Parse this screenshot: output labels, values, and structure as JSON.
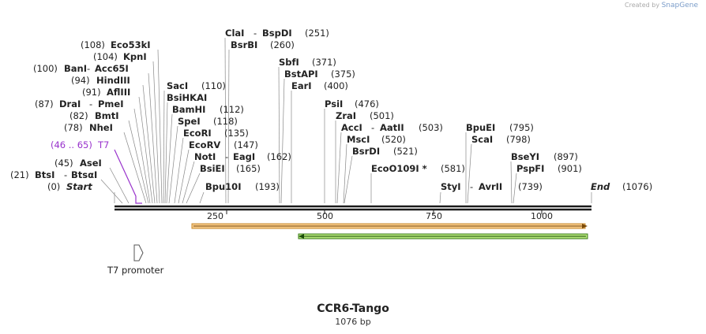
{
  "credit": {
    "prefix": "Created by",
    "brand": "SnapGene"
  },
  "title": "CCR6-Tango",
  "length_label": "1076 bp",
  "sequence": {
    "start_label": "Start",
    "start_pos": "(0)",
    "end_label": "End",
    "end_pos": "(1076)",
    "length": 1076
  },
  "ruler_ticks": [
    "250",
    "500",
    "750",
    "1000"
  ],
  "promoter": {
    "name": "T7",
    "range": "(46 .. 65)",
    "color": "#9933cc"
  },
  "features": [
    {
      "label": "T7 promoter"
    }
  ],
  "sites_left": [
    {
      "n1": "Eco53kI",
      "p": "(108)"
    },
    {
      "n1": "KpnI",
      "p": "(104)"
    },
    {
      "n1": "BanI",
      "n2": "Acc65I",
      "p": "(100)"
    },
    {
      "n1": "HindIII",
      "p": "(94)"
    },
    {
      "n1": "AflIII",
      "p": "(91)"
    },
    {
      "n1": "DraI",
      "n2": "PmeI",
      "p": "(87)"
    },
    {
      "n1": "BmtI",
      "p": "(82)"
    },
    {
      "n1": "NheI",
      "p": "(78)"
    },
    {
      "n1": "AseI",
      "p": "(45)"
    },
    {
      "n1": "BtsI",
      "n2": "BtsαI",
      "p": "(21)"
    }
  ],
  "sites_mid": [
    {
      "n1": "SacI",
      "p": "(110)"
    },
    {
      "n1": "BsiHKAI",
      "p": ""
    },
    {
      "n1": "BamHI",
      "p": "(112)"
    },
    {
      "n1": "SpeI",
      "p": "(118)"
    },
    {
      "n1": "EcoRI",
      "p": "(135)"
    },
    {
      "n1": "EcoRV",
      "p": "(147)"
    },
    {
      "n1": "NotI",
      "n2": "EagI",
      "p": "(162)"
    },
    {
      "n1": "BsiEI",
      "p": "(165)"
    },
    {
      "n1": "Bpu10I",
      "p": "(193)"
    }
  ],
  "sites_upper": [
    {
      "n1": "ClaI",
      "n2": "BspDI",
      "p": "(251)"
    },
    {
      "n1": "BsrBI",
      "p": "(260)"
    },
    {
      "n1": "SbfI",
      "p": "(371)"
    },
    {
      "n1": "BstAPI",
      "p": "(375)"
    },
    {
      "n1": "EarI",
      "p": "(400)"
    },
    {
      "n1": "PsiI",
      "p": "(476)"
    },
    {
      "n1": "ZraI",
      "p": "(501)"
    },
    {
      "n1": "AccI",
      "n2": "AatII",
      "p": "(503)"
    },
    {
      "n1": "MscI",
      "p": "(520)"
    },
    {
      "n1": "BsrDI",
      "p": "(521)"
    },
    {
      "n1": "EcoO109I *",
      "p": "(581)"
    }
  ],
  "sites_right": [
    {
      "n1": "BpuEI",
      "p": "(795)"
    },
    {
      "n1": "ScaI",
      "p": "(798)"
    },
    {
      "n1": "BseYI",
      "p": "(897)"
    },
    {
      "n1": "PspFI",
      "p": "(901)"
    },
    {
      "n1": "StyI",
      "n2": "AvrII",
      "p": "(739)"
    }
  ],
  "colors": {
    "backbone": "#1a1a1a",
    "orf_orange": "#f5c98a",
    "orf_orange_edge": "#c98a2a",
    "orf_green": "#b5e67a",
    "orf_green_edge": "#3a7a1a"
  }
}
